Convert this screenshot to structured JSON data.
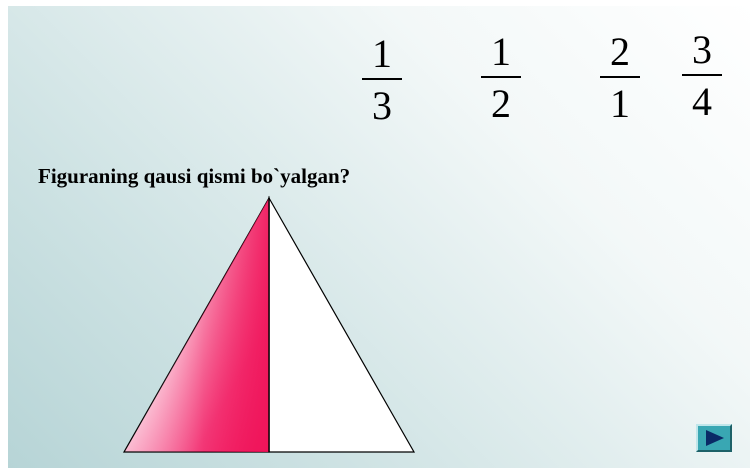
{
  "fractions": [
    {
      "numerator": "1",
      "denominator": "3"
    },
    {
      "numerator": "1",
      "denominator": "2"
    },
    {
      "numerator": "2",
      "denominator": "1"
    },
    {
      "numerator": "3",
      "denominator": "4"
    }
  ],
  "question": "Figuraning qausi qismi bo`yalgan?",
  "figure": {
    "shape": "triangle",
    "shaded_fraction": 0.5,
    "shade_color": "#f0145a",
    "unshaded_color": "#ffffff"
  },
  "navigation": {
    "next_icon": "play-triangle-icon",
    "button_color": "#39a7b3"
  }
}
